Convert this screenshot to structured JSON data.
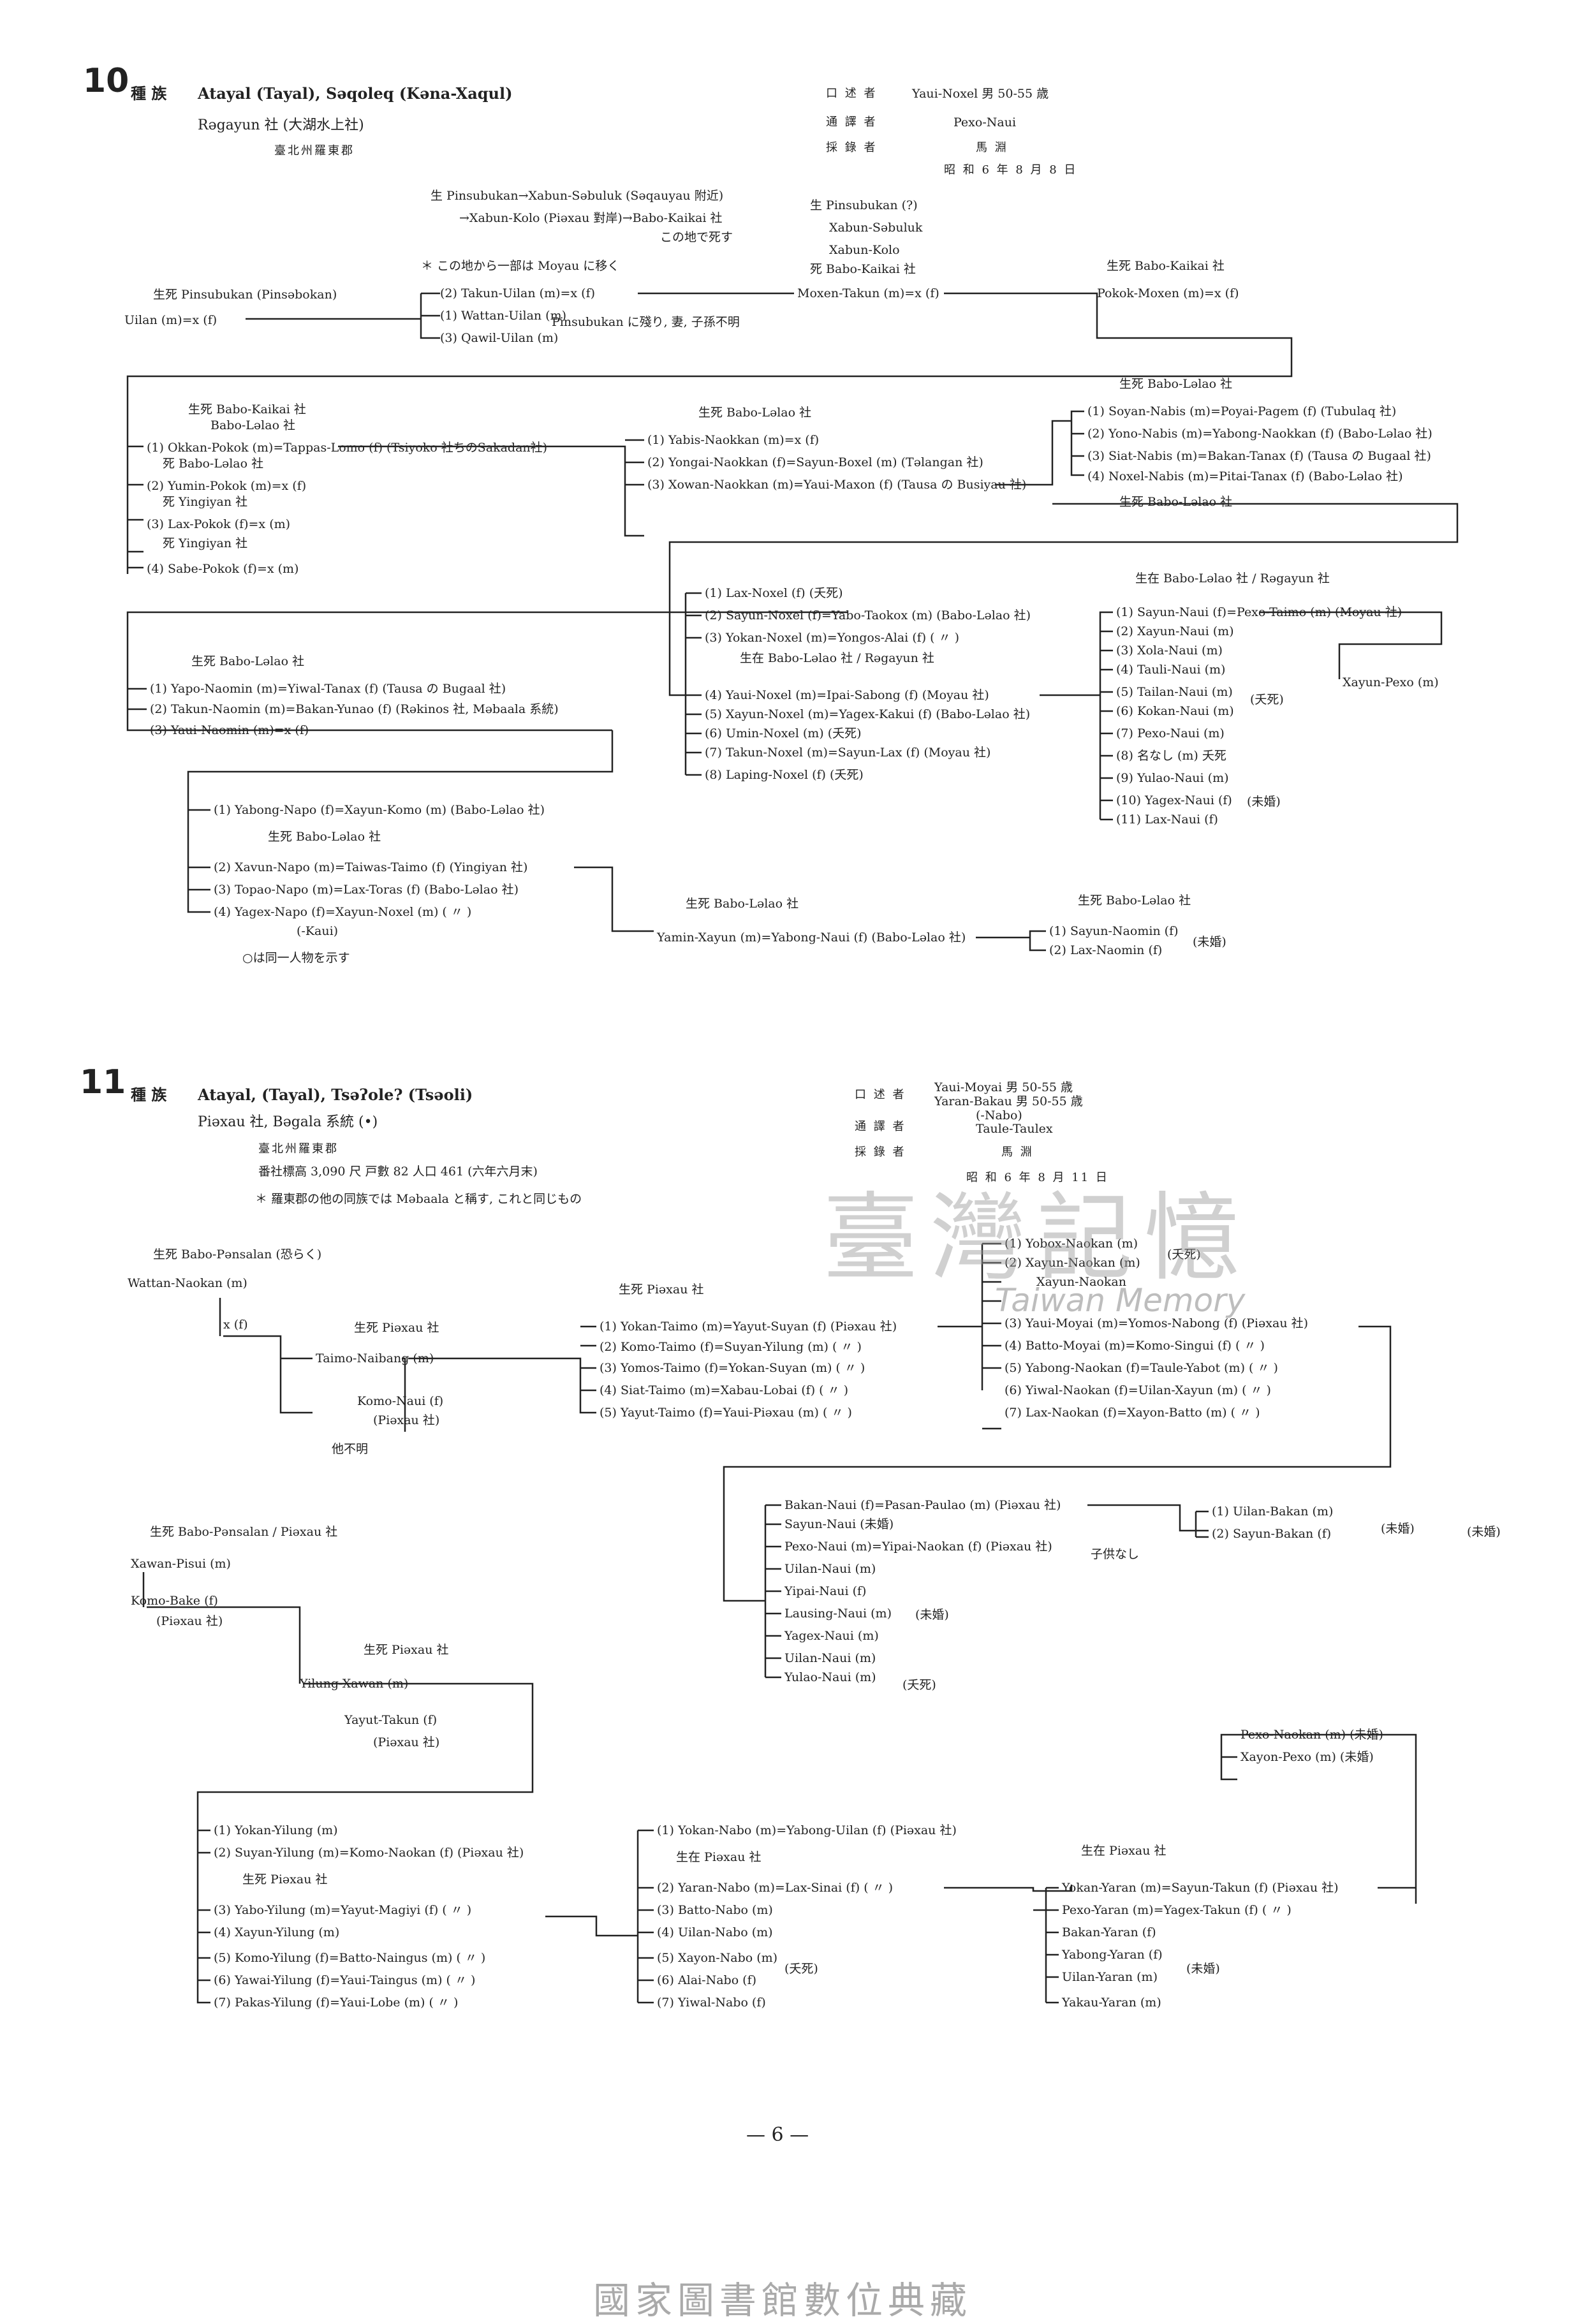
{
  "s10": {
    "num": "10",
    "label": "種 族",
    "title": "Atayal (Tayal), Səqoleq (Kəna-Xaqul)",
    "village": "Rəgayun 社 (大湖水上社)",
    "region": "臺北州羅東郡",
    "narrator_label": "口 述 者",
    "narrator": "Yaui-Noxel 男 50-55 歳",
    "translator_label": "通 譯 者",
    "translator": "Pexo-Naui",
    "recorder_label": "採 錄 者",
    "recorder": "馬 淵",
    "date": "昭 和 6 年 8 月 8 日",
    "notes": [
      "生 Pinsubukan→Xabun-Səbuluk (Səqauyau 附近)",
      "→Xabun-Kolo (Piəxau 對岸)→Babo-Kaikai 社",
      "この地で死す",
      "＊ この地から一部は Moyau に移く",
      "生 Pinsubukan (?)",
      "Xabun-Səbuluk",
      "Xabun-Kolo",
      "死 Babo-Kaikai 社",
      "生死 Babo-Kaikai 社",
      "生死 Pinsubukan (Pinsəbokan)",
      "Pinsubukan に殘り, 妻, 子孫不明",
      "生死 Babo-Kaikai 社",
      "Babo-Ləlao 社",
      "死 Babo-Ləlao 社",
      "死 Yingiyan 社",
      "死 Yingiyan 社",
      "生死 Babo-Ləlao 社",
      "生死 Babo-Ləlao 社",
      "生死 Babo-Ləlao 社",
      "生死 Babo-Ləlao 社",
      "生在 Babo-Ləlao 社 / Rəgayun 社",
      "生在 Babo-Ləlao 社 / Rəgayun 社",
      "生死 Babo-Ləlao 社",
      "生死 Babo-Ləlao 社",
      "生死 Babo-Ləlao 社",
      "○は同一人物を示す"
    ],
    "people": [
      "Uilan (m)=x (f)",
      "(1) Okkan-Pokok (m)=Tappas-Lomo (f) (Tsiyoko 社ちのSakadan社)",
      "(2) Takun-Uilan (m)=x (f)",
      "(1) Wattan-Uilan (m)",
      "(3) Qawil-Uilan (m)",
      "Moxen-Takun (m)=x (f)",
      "Pokok-Moxen (m)=x (f)",
      "(2) Yumin-Pokok (m)=x (f)",
      "(3) Lax-Pokok (f)=x (m)",
      "(4) Sabe-Pokok (f)=x (m)",
      "(1) Yabis-Naokkan (m)=x (f)",
      "(2) Yongai-Naokkan (f)=Sayun-Boxel (m) (Təlangan 社)",
      "(3) Xowan-Naokkan (m)=Yaui-Maxon (f) (Tausa の Busiyau 社)",
      "(1) Soyan-Nabis (m)=Poyai-Pagem (f) (Tubulaq 社)",
      "(2) Yono-Nabis (m)=Yabong-Naokkan (f) (Babo-Ləlao 社)",
      "(3) Siat-Nabis (m)=Bakan-Tanax (f) (Tausa の Bugaal 社)",
      "(4) Noxel-Nabis (m)=Pitai-Tanax (f) (Babo-Ləlao 社)",
      "(1) Lax-Noxel (f) (夭死)",
      "(2) Sayun-Noxel (f)=Yabo-Taokox (m) (Babo-Ləlao 社)",
      "(3) Yokan-Noxel (m)=Yongos-Alai (f) ( 〃 )",
      "(4) Yaui-Noxel (m)=Ipai-Sabong (f) (Moyau 社)",
      "(5) Xayun-Noxel (m)=Yagex-Kakui (f) (Babo-Ləlao 社)",
      "(6) Umin-Noxel (m) (夭死)",
      "(7) Takun-Noxel (m)=Sayun-Lax (f) (Moyau 社)",
      "(8) Laping-Noxel (f) (夭死)",
      "(1) Sayun-Naui (f)=Pexo-Taimo (m) (Moyau 社)",
      "(2) Xayun-Naui (m)",
      "(3) Xola-Naui (m)",
      "(4) Tauli-Naui (m)",
      "(5) Tailan-Naui (m)",
      "(6) Kokan-Naui (m)",
      "(7) Pexo-Naui (m)",
      "(8) 名なし (m) 夭死",
      "(9) Yulao-Naui (m)",
      "(10) Yagex-Naui (f)",
      "(11) Lax-Naui (f)",
      "Xayun-Pexo (m)",
      "(1) Yapo-Naomin (m)=Yiwal-Tanax (f) (Tausa の Bugaal 社)",
      "(2) Takun-Naomin (m)=Bakan-Yunao (f) (Rəkinos 社, Məbaala 系統)",
      "(3) Yaui-Naomin (m)=x (f)",
      "(1) Yabong-Napo (f)=Xayun-Komo (m) (Babo-Ləlao 社)",
      "(2) Xavun-Napo (m)=Taiwas-Taimo (f) (Yingiyan 社)",
      "(3) Topao-Napo (m)=Lax-Toras (f) (Babo-Ləlao 社)",
      "(4) Yagex-Napo (f)=Xayun-Noxel (m) ( 〃 )",
      "(-Kaui)",
      "Yamin-Xayun (m)=Yabong-Naui (f) (Babo-Ləlao 社)",
      "(1) Sayun-Naomin (f)",
      "(2) Lax-Naomin (f)",
      "(夭死)",
      "(未婚)",
      "(未婚)"
    ]
  },
  "s11": {
    "num": "11",
    "label": "種 族",
    "title": "Atayal, (Tayal), Tsəʔole? (Tsəoli)",
    "village": "Piəxau 社, Bəgala 系統 (•)",
    "region": "臺北州羅東郡",
    "stats": "番社標高 3,090 尺 戸數 82 人口 461 (六年六月末)",
    "note": "＊ 羅東郡の他の同族では Məbaala と稱す, これと同じもの",
    "narrator_label": "口 述 者",
    "narrator": "Yaui-Moyai 男 50-55 歳",
    "narrator2": "Yaran-Bakau 男 50-55 歳",
    "narrator2b": "(-Nabo)",
    "translator_label": "通 譯 者",
    "translator": "Taule-Taulex",
    "recorder_label": "採 錄 者",
    "recorder": "馬 淵",
    "date": "昭 和 6 年 8 月 11 日",
    "notes": [
      "生死 Babo-Pənsalan (恐らく)",
      "生死 Piəxau 社",
      "生死 Piəxau 社",
      "(Piəxau 社)",
      "他不明",
      "生死 Babo-Pənsalan / Piəxau 社",
      "(Piəxau 社)",
      "生死 Piəxau 社",
      "(Piəxau 社)",
      "生死 Piəxau 社",
      "生在 Piəxau 社",
      "生在 Piəxau 社",
      "(夭死)",
      "(未婚)",
      "(夭死)",
      "(未婚)",
      "子供なし",
      "(夭死)",
      "(未婚)",
      "(未婚)"
    ],
    "people": [
      "Wattan-Naokan (m)",
      "x (f)",
      "Taimo-Naibang (m)",
      "Komo-Naui (f)",
      "(1) Yokan-Taimo (m)=Yayut-Suyan (f) (Piəxau 社)",
      "(2) Komo-Taimo (f)=Suyan-Yilung (m) ( 〃 )",
      "(3) Yomos-Taimo (f)=Yokan-Suyan (m) ( 〃 )",
      "(4) Siat-Taimo (m)=Xabau-Lobai (f) ( 〃 )",
      "(5) Yayut-Taimo (f)=Yaui-Piəxau (m) ( 〃 )",
      "(1) Yobox-Naokan (m)",
      "(2) Xayun-Naokan (m)",
      "Xayun-Naokan",
      "(3) Yaui-Moyai (m)=Yomos-Nabong (f) (Piəxau 社)",
      "(4) Batto-Moyai (m)=Komo-Singui (f) ( 〃 )",
      "(5) Yabong-Naokan (f)=Taule-Yabot (m) ( 〃 )",
      "(6) Yiwal-Naokan (f)=Uilan-Xayun (m) ( 〃 )",
      "(7) Lax-Naokan (f)=Xayon-Batto (m) ( 〃 )",
      "Bakan-Naui (f)=Pasan-Paulao (m) (Piəxau 社)",
      "Sayun-Naui (未婚)",
      "Pexo-Naui (m)=Yipai-Naokan (f) (Piəxau 社)",
      "Uilan-Naui (m)",
      "Yipai-Naui (f)",
      "Lausing-Naui (m)",
      "Yagex-Naui (m)",
      "Uilan-Naui (m)",
      "Yulao-Naui (m)",
      "(1) Uilan-Bakan (m)",
      "(2) Sayun-Bakan (f)",
      "Xawan-Pisui (m)",
      "Komo-Bake (f)",
      "Yilung-Xawan (m)",
      "Yayut-Takun (f)",
      "(1) Yokan-Yilung (m)",
      "(2) Suyan-Yilung (m)=Komo-Naokan (f) (Piəxau 社)",
      "(3) Yabo-Yilung (m)=Yayut-Magiyi (f) ( 〃 )",
      "(4) Xayun-Yilung (m)",
      "(5) Komo-Yilung (f)=Batto-Naingus (m) ( 〃 )",
      "(6) Yawai-Yilung (f)=Yaui-Taingus (m) ( 〃 )",
      "(7) Pakas-Yilung (f)=Yaui-Lobe (m) ( 〃 )",
      "(1) Yokan-Nabo (m)=Yabong-Uilan (f) (Piəxau 社)",
      "(2) Yaran-Nabo (m)=Lax-Sinai (f) ( 〃 )",
      "(3) Batto-Nabo (m)",
      "(4) Uilan-Nabo (m)",
      "(5) Xayon-Nabo (m)",
      "(6) Alai-Nabo (f)",
      "(7) Yiwal-Nabo (f)",
      "Pexo-Naokan (m) (未婚)",
      "Xayon-Pexo (m) (未婚)",
      "Yokan-Yaran (m)=Sayun-Takun (f) (Piəxau 社)",
      "Pexo-Yaran (m)=Yagex-Takun (f) ( 〃 )",
      "Bakan-Yaran (f)",
      "Yabong-Yaran (f)",
      "Uilan-Yaran (m)",
      "Yakau-Yaran (m)"
    ]
  },
  "page_number": "— 6 —",
  "watermark": "臺灣記憶",
  "watermark_en": "Taiwan Memory",
  "footer": "國家圖書館數位典藏"
}
